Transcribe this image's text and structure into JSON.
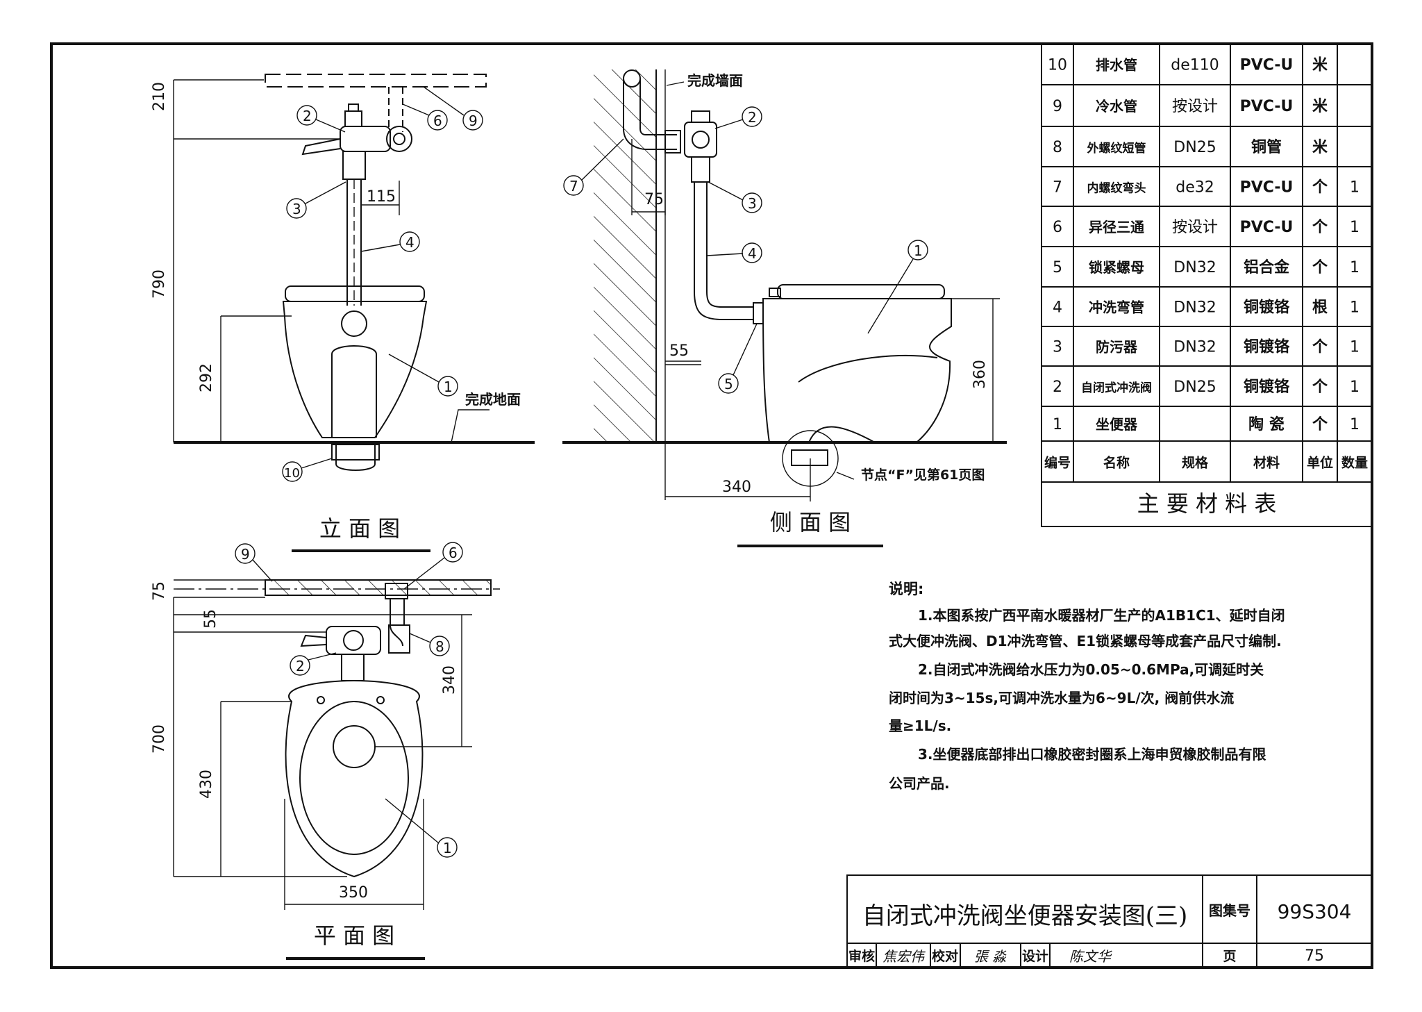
{
  "views": {
    "front": {
      "title": "立 面 图",
      "dims": {
        "d210": "210",
        "d790": "790",
        "d115": "115",
        "d292": "292"
      },
      "finished_floor": "完成地面",
      "callouts": [
        "2",
        "3",
        "4",
        "6",
        "9",
        "1",
        "10"
      ]
    },
    "side": {
      "title": "侧 面 图",
      "finished_wall": "完成墙面",
      "dims": {
        "d75": "75",
        "d55": "55",
        "d340": "340",
        "d360": "360"
      },
      "node_note": "节点“F”见第61页图",
      "callouts": [
        "7",
        "2",
        "3",
        "4",
        "1",
        "5"
      ]
    },
    "plan": {
      "title": "平 面 图",
      "dims": {
        "d75": "75",
        "d55": "55",
        "d340": "340",
        "d700": "700",
        "d430": "430",
        "d350": "350"
      },
      "callouts": [
        "9",
        "6",
        "8",
        "2",
        "1"
      ]
    }
  },
  "material_table": {
    "title": "主 要 材 料 表",
    "headers": [
      "编号",
      "名称",
      "规格",
      "材料",
      "单位",
      "数量"
    ],
    "rows": [
      [
        "10",
        "排水管",
        "de110",
        "PVC-U",
        "米",
        ""
      ],
      [
        "9",
        "冷水管",
        "按设计",
        "PVC-U",
        "米",
        ""
      ],
      [
        "8",
        "外螺纹短管",
        "DN25",
        "铜管",
        "米",
        ""
      ],
      [
        "7",
        "内螺纹弯头",
        "de32",
        "PVC-U",
        "个",
        "1"
      ],
      [
        "6",
        "异径三通",
        "按设计",
        "PVC-U",
        "个",
        "1"
      ],
      [
        "5",
        "锁紧螺母",
        "DN32",
        "铝合金",
        "个",
        "1"
      ],
      [
        "4",
        "冲洗弯管",
        "DN32",
        "铜镀铬",
        "根",
        "1"
      ],
      [
        "3",
        "防污器",
        "DN32",
        "铜镀铬",
        "个",
        "1"
      ],
      [
        "2",
        "自闭式冲洗阀",
        "DN25",
        "铜镀铬",
        "个",
        "1"
      ],
      [
        "1",
        "坐便器",
        "",
        "陶 瓷",
        "个",
        "1"
      ]
    ]
  },
  "notes": {
    "heading": "说明:",
    "lines": [
      "1.本图系按广西平南水暖器材厂生产的A1B1C1、延时自闭",
      "式大便冲洗阀、D1冲洗弯管、E1锁紧螺母等成套产品尺寸编制.",
      "2.自闭式冲洗阀给水压力为0.05~0.6MPa,可调延时关",
      "闭时间为3~15s,可调冲洗水量为6~9L/次, 阀前供水流",
      "量≥1L/s.",
      "3.坐便器底部排出口橡胶密封圈系上海申贸橡胶制品有限",
      "公司产品."
    ]
  },
  "title_block": {
    "title": "自闭式冲洗阀坐便器安装图(三)",
    "atlas_label": "图集号",
    "atlas_no": "99S304",
    "review_label": "审核",
    "review_sig": "焦宏伟",
    "check_label": "校对",
    "check_sig": "張 淼",
    "design_label": "设计",
    "design_sig": "陈文华",
    "page_label": "页",
    "page_no": "75"
  }
}
